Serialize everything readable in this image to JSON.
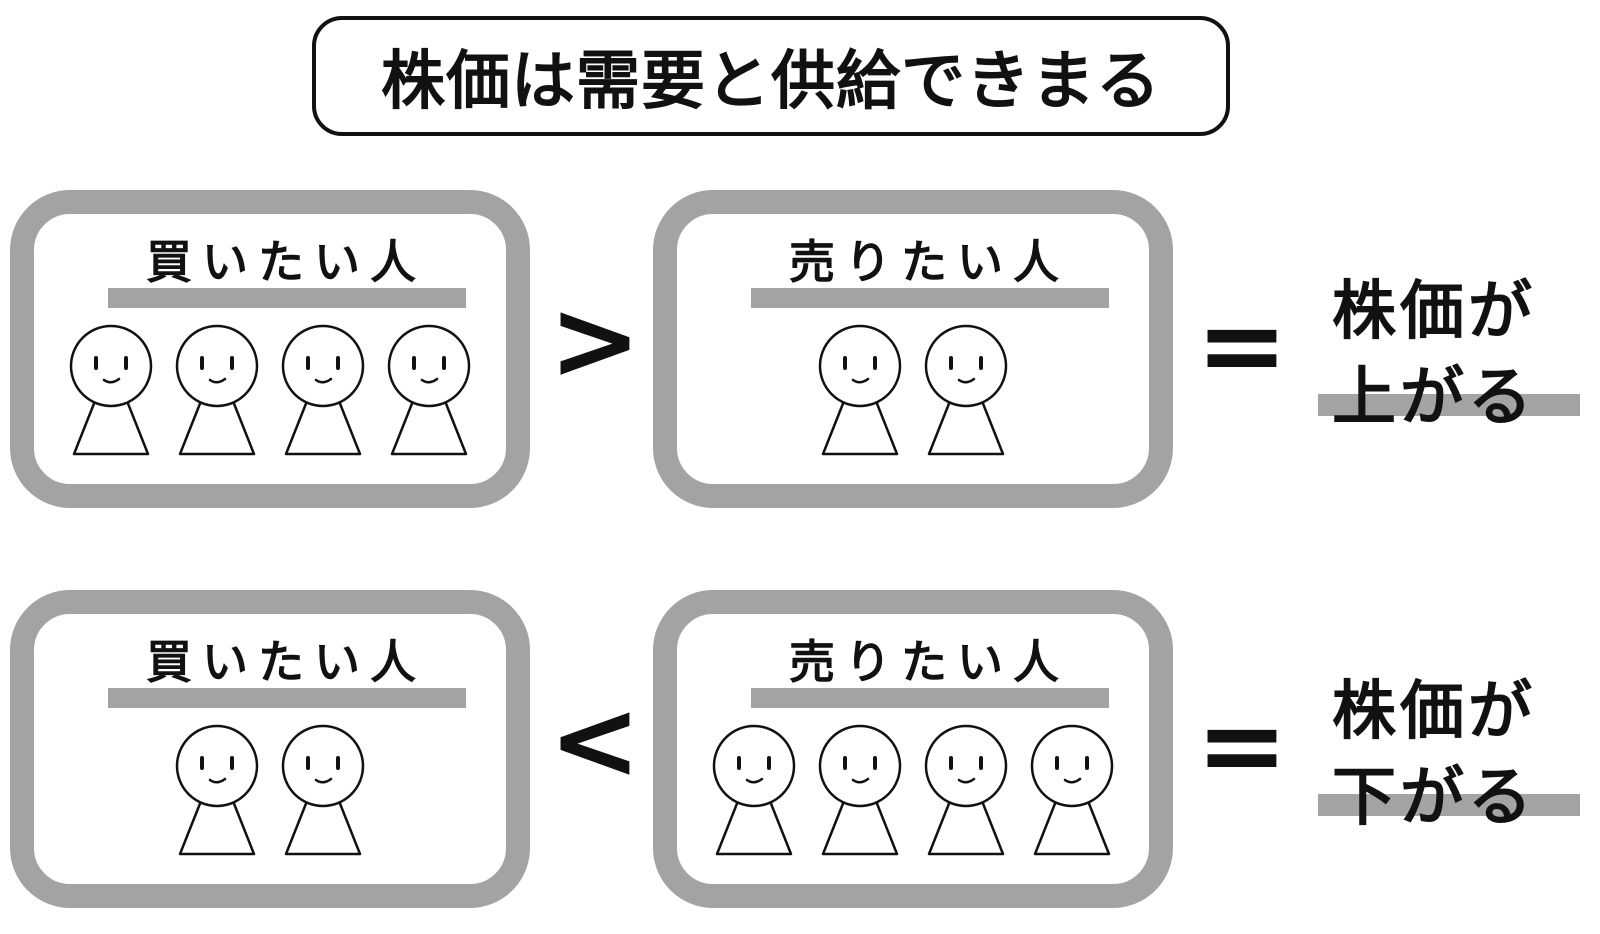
{
  "title": "株価は需要と供給できまる",
  "rows": [
    {
      "left": {
        "label": "買いたい人",
        "people": 4
      },
      "operator": ">",
      "right": {
        "label": "売りたい人",
        "people": 2
      },
      "equals": "=",
      "result": {
        "line1": "株価が",
        "line2": "上がる"
      }
    },
    {
      "left": {
        "label": "買いたい人",
        "people": 2
      },
      "operator": "<",
      "right": {
        "label": "売りたい人",
        "people": 4
      },
      "equals": "=",
      "result": {
        "line1": "株価が",
        "line2": "下がる"
      }
    }
  ],
  "colors": {
    "box_border": "#a3a3a3",
    "ink": "#111111",
    "background": "#ffffff"
  }
}
